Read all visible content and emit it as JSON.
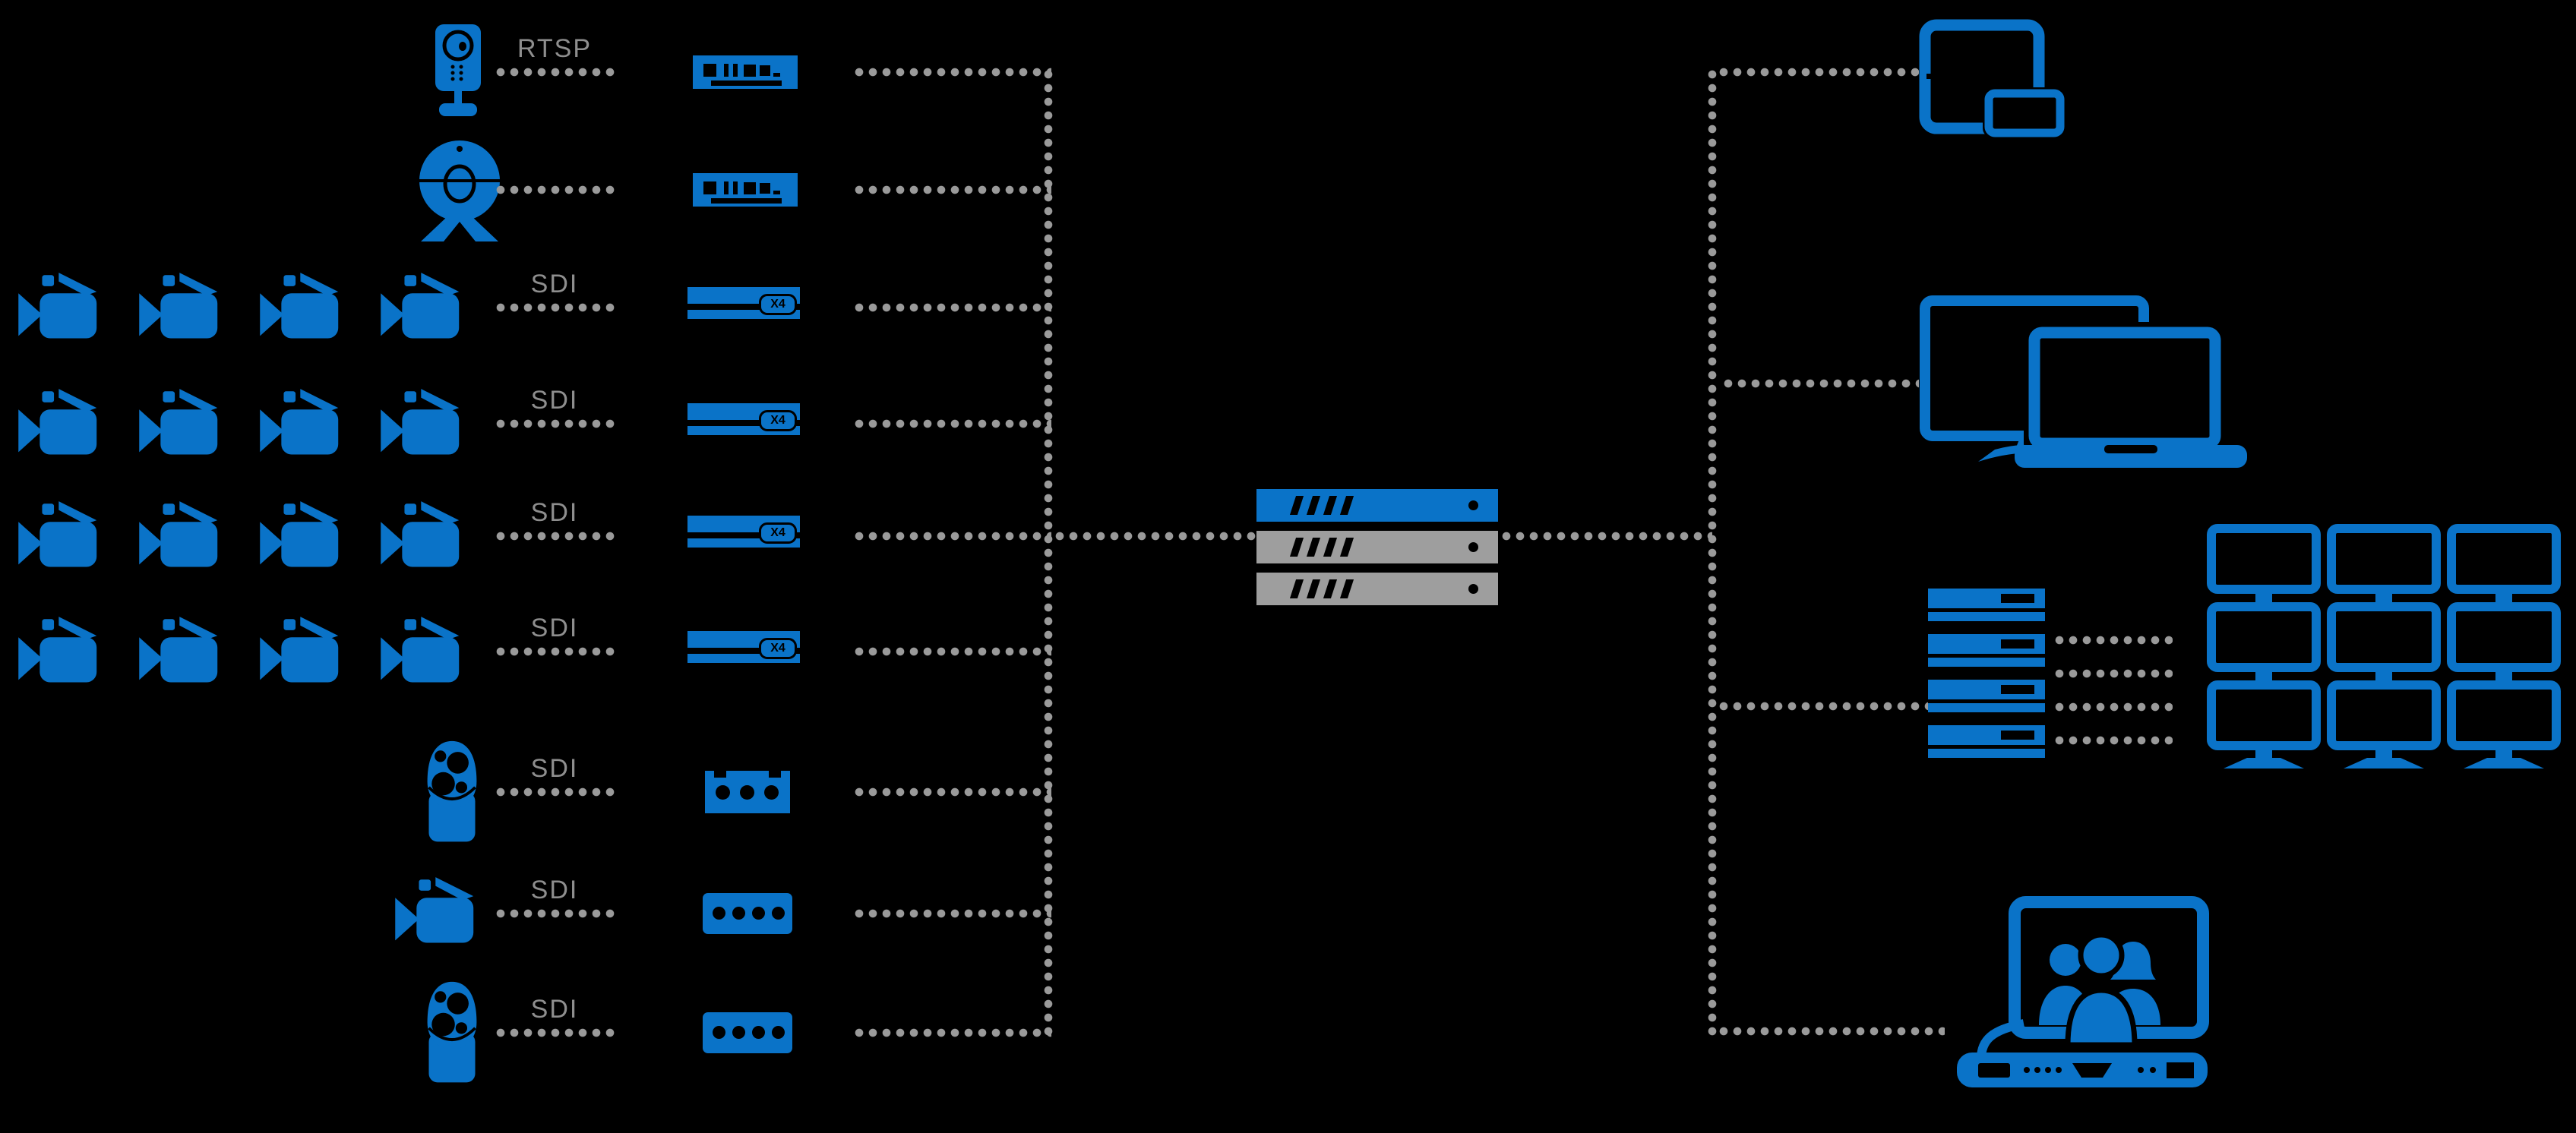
{
  "colors": {
    "background": "#000000",
    "device_blue": "#0A73C8",
    "connector_dot_gray": "#9A9A9A",
    "label_gray": "#8E8E8E",
    "server_gray": "#9E9E9E"
  },
  "sources": {
    "rows": [
      {
        "protocol_label": "RTSP",
        "device": "ip-camera",
        "device_count": 1,
        "encoder": "streaming-encoder"
      },
      {
        "protocol_label": "",
        "device": "usb-webcam",
        "device_count": 1,
        "encoder": "streaming-encoder"
      },
      {
        "protocol_label": "SDI",
        "device": "broadcast-video-camera",
        "device_count": 4,
        "encoder": "multichannel-encoder",
        "encoder_badge": "X4"
      },
      {
        "protocol_label": "SDI",
        "device": "broadcast-video-camera",
        "device_count": 4,
        "encoder": "multichannel-encoder",
        "encoder_badge": "X4"
      },
      {
        "protocol_label": "SDI",
        "device": "broadcast-video-camera",
        "device_count": 4,
        "encoder": "multichannel-encoder",
        "encoder_badge": "X4"
      },
      {
        "protocol_label": "SDI",
        "device": "broadcast-video-camera",
        "device_count": 4,
        "encoder": "multichannel-encoder",
        "encoder_badge": "X4"
      },
      {
        "protocol_label": "SDI",
        "device": "ptz-dome-camera",
        "device_count": 1,
        "encoder": "capture-encoder"
      },
      {
        "protocol_label": "SDI",
        "device": "broadcast-video-camera",
        "device_count": 1,
        "encoder": "quad-port-encoder"
      },
      {
        "protocol_label": "SDI",
        "device": "ptz-dome-camera",
        "device_count": 1,
        "encoder": "quad-port-encoder"
      }
    ]
  },
  "server": {
    "description": "streaming-server-stack",
    "units": [
      {
        "color": "#0A73C8"
      },
      {
        "color": "#9E9E9E"
      },
      {
        "color": "#9E9E9E"
      }
    ]
  },
  "endpoints": [
    {
      "name": "mobile-devices",
      "icons": [
        "tablet",
        "smartphone"
      ]
    },
    {
      "name": "desktop-devices",
      "icons": [
        "desktop-monitor",
        "laptop"
      ]
    },
    {
      "name": "video-wall",
      "decoder_units": 4,
      "grid": "3x3"
    },
    {
      "name": "video-conference-system",
      "icons": [
        "conference-display",
        "codec-unit"
      ]
    }
  ],
  "connections": {
    "style": "dotted"
  }
}
